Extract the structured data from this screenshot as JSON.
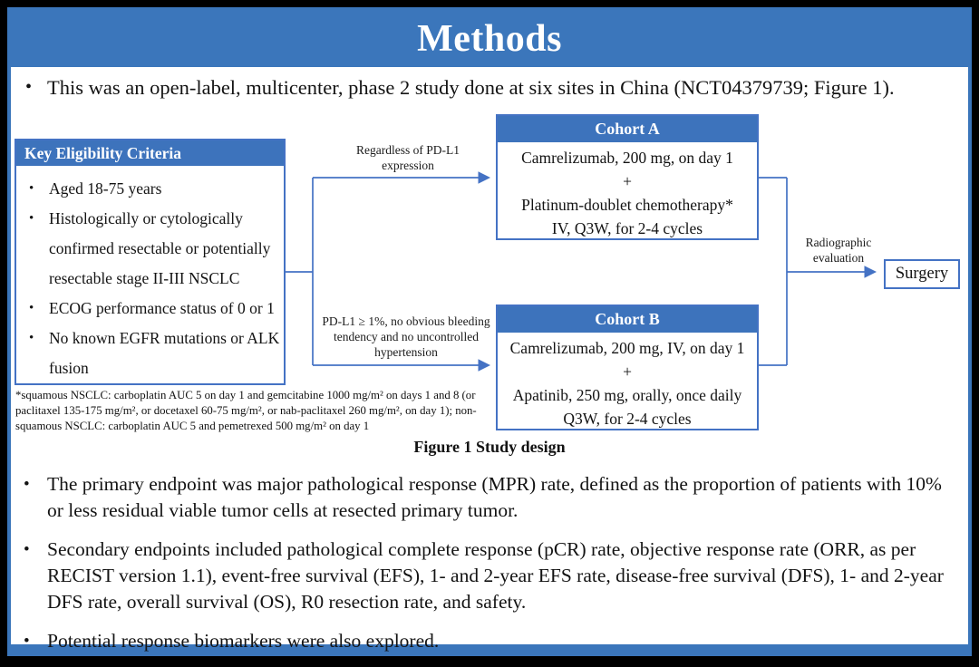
{
  "slide": {
    "title": "Methods",
    "intro_bullet": "This was an open-label, multicenter, phase 2 study done at six sites in China (NCT04379739; Figure 1).",
    "figure": {
      "caption": "Figure 1 Study design",
      "eligibility": {
        "title": "Key Eligibility Criteria",
        "items": [
          "Aged 18-75 years",
          "Histologically or cytologically confirmed resectable or potentially resectable stage II-III NSCLC",
          "ECOG performance status of 0 or 1",
          "No known EGFR mutations or ALK fusion"
        ]
      },
      "branch_top_label": "Regardless of PD-L1 expression",
      "branch_bottom_label": "PD-L1 ≥ 1%, no obvious bleeding tendency and no uncontrolled hypertension",
      "cohort_a": {
        "title": "Cohort A",
        "lines": [
          "Camrelizumab, 200 mg, on day 1",
          "+",
          "Platinum-doublet chemotherapy*",
          "IV, Q3W, for 2-4 cycles"
        ]
      },
      "cohort_b": {
        "title": "Cohort B",
        "lines": [
          "Camrelizumab, 200 mg, IV, on day 1",
          "+",
          "Apatinib, 250 mg, orally, once daily",
          "Q3W, for 2-4 cycles"
        ]
      },
      "evaluation_label": "Radiographic evaluation",
      "surgery_label": "Surgery",
      "footnote": "*squamous NSCLC: carboplatin AUC 5 on day 1 and gemcitabine 1000 mg/m² on days 1 and 8 (or paclitaxel 135-175 mg/m², or docetaxel 60-75 mg/m², or nab-paclitaxel 260 mg/m², on day 1); non-squamous NSCLC: carboplatin AUC 5 and pemetrexed 500 mg/m² on day 1"
    },
    "bullets": [
      "The primary endpoint was major pathological response (MPR) rate, defined as the proportion of patients with 10% or less residual viable tumor cells at resected primary tumor.",
      "Secondary endpoints included pathological complete response (pCR) rate, objective response rate (ORR, as per RECIST version 1.1), event-free survival (EFS), 1- and 2-year EFS rate, disease-free survival (DFS), 1- and 2-year DFS rate, overall survival (OS), R0 resection rate, and safety.",
      "Potential response biomarkers were also explored."
    ],
    "bullet_glyph": "•",
    "colors": {
      "accent_blue": "#3b76bb",
      "line_blue": "#4472c4"
    }
  }
}
